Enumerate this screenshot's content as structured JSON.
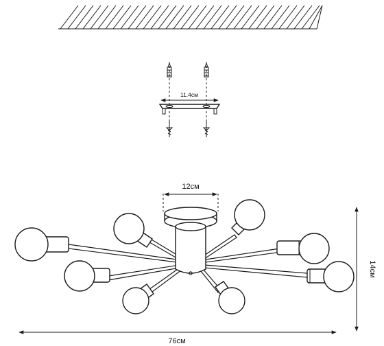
{
  "dimensions": {
    "bracket_width": "11.4см",
    "canopy_width": "12см",
    "height": "14см",
    "total_width": "76см"
  }
}
